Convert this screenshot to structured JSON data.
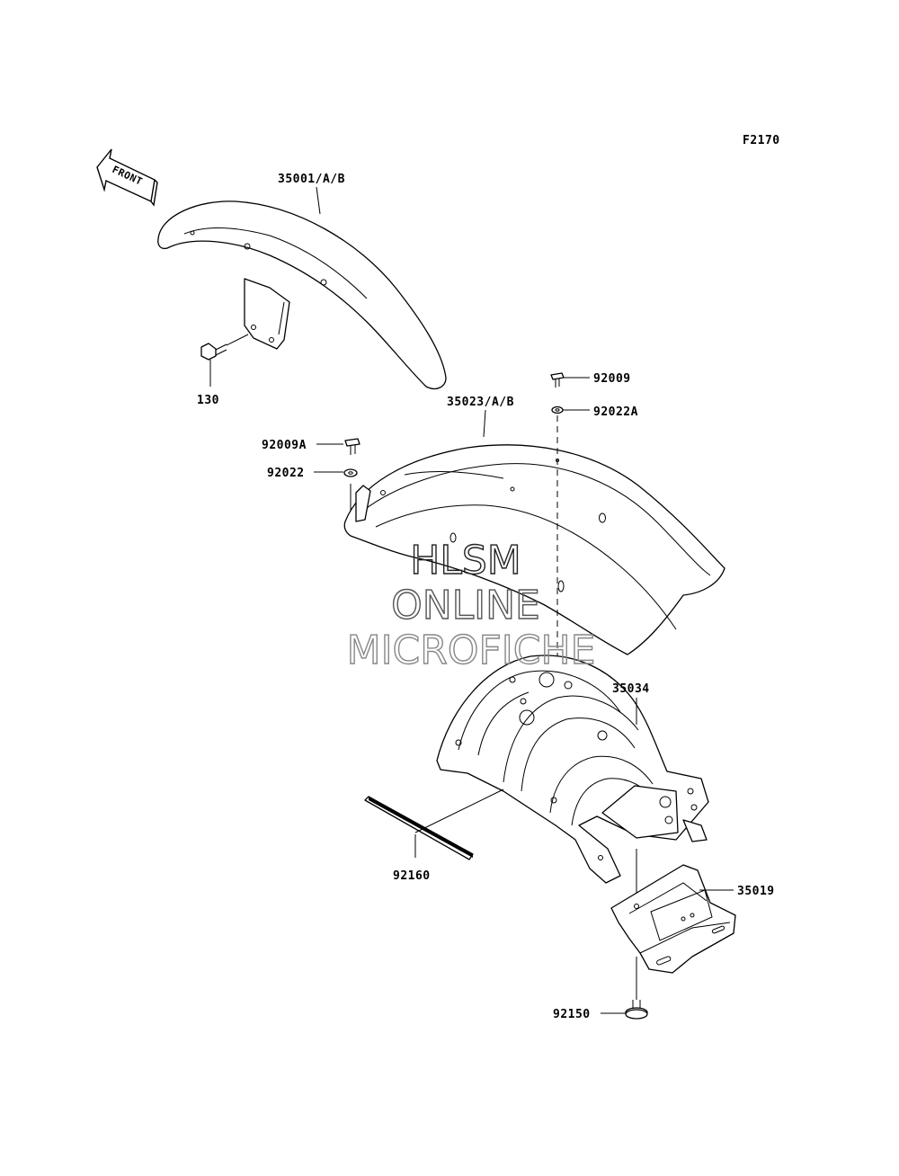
{
  "diagram": {
    "figure_code": "F2170",
    "front_label": "FRONT",
    "watermark": {
      "line1": "HLSM",
      "line2": "ONLINE",
      "line3": "MICROFICHE",
      "color1": "#222222",
      "color2": "#555555",
      "color3": "#888888"
    },
    "parts": {
      "front_fender": "35001/A/B",
      "front_bolt": "130",
      "rear_fender": "35023/A/B",
      "bolt_rear_top": "92009",
      "washer_rear_top": "92022A",
      "bolt_rear_side": "92009A",
      "washer_rear_side": "92022",
      "inner_fender": "35034",
      "strip": "92160",
      "bracket": "35019",
      "bottom_bolt": "92150"
    }
  }
}
